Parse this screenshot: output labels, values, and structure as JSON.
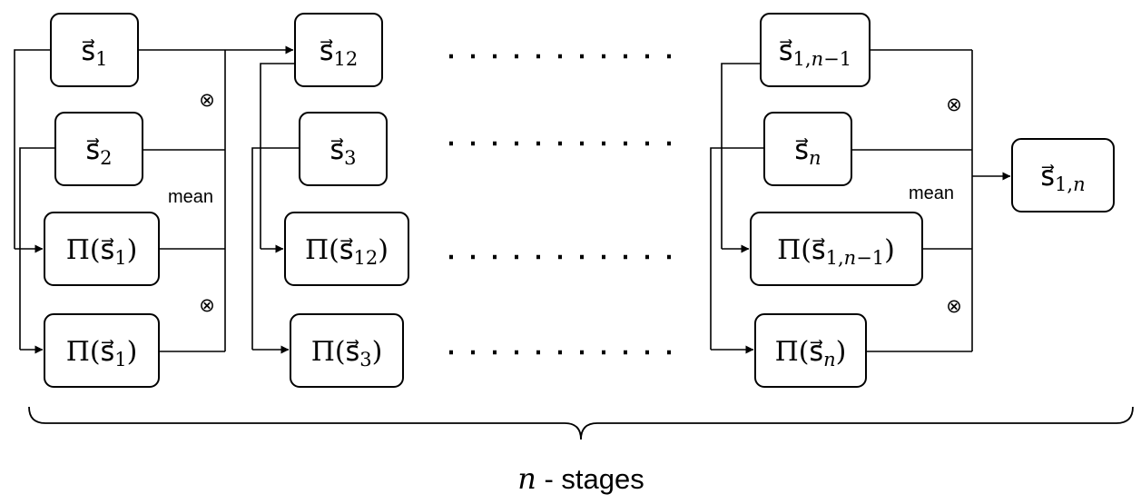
{
  "symbols": {
    "vec_s": "s⃗",
    "pi": "Π(",
    "close_paren": ")",
    "otimes": "⊗",
    "mean": "mean"
  },
  "boxes": {
    "s1": {
      "sub": "1"
    },
    "s2": {
      "sub": "2"
    },
    "pi_s1_a": {
      "sub": "1"
    },
    "pi_s1_b": {
      "sub": "1"
    },
    "s12": {
      "sub": "12"
    },
    "s3": {
      "sub": "3"
    },
    "pi_s12": {
      "sub": "12"
    },
    "pi_s3": {
      "sub": "3"
    },
    "s1n1": {
      "sub_a": "1,",
      "sub_b": "n",
      "sub_c": "−1"
    },
    "sn": {
      "sub": "n"
    },
    "pi_s1n1": {
      "sub_a": "1,",
      "sub_b": "n",
      "sub_c": "−1"
    },
    "pi_sn": {
      "sub": "n"
    },
    "s1n": {
      "sub_a": "1,",
      "sub_b": "n"
    }
  },
  "footer": {
    "variable": "n",
    "text": " - stages"
  }
}
